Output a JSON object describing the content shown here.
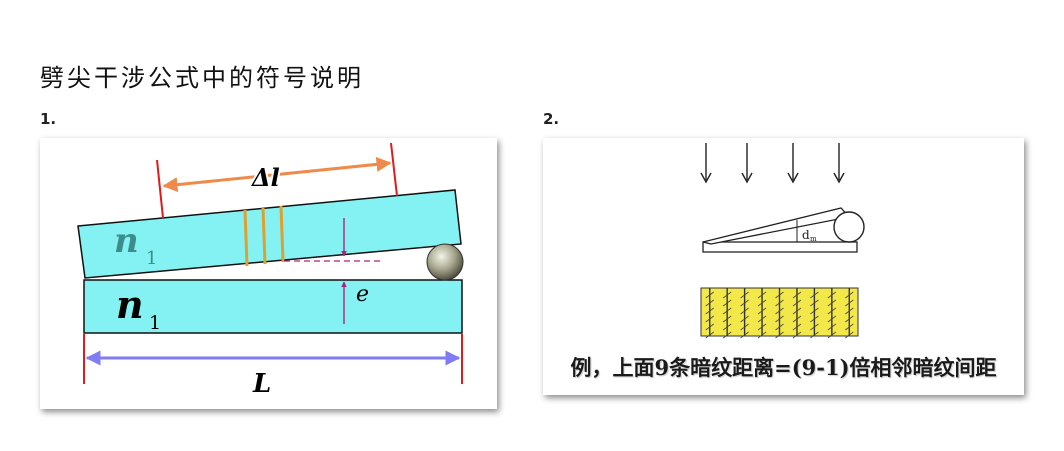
{
  "page_title": "劈尖干涉公式中的符号说明",
  "figures": [
    {
      "number": "1.",
      "labels": {
        "n_upper": "n",
        "n_upper_sub": "1",
        "n_lower": "n",
        "n_lower_sub": "1",
        "delta_l": "Δl",
        "e": "e",
        "L": "L"
      },
      "colors": {
        "glass": "#84f2f2",
        "fringe": "#e0a030",
        "dimension_arrow": "#f08a4a",
        "length_arrow": "#7f7cf5",
        "marker": "#e31a1c",
        "thickness": "#b0207a"
      }
    },
    {
      "number": "2.",
      "labels": {
        "d": "d",
        "d_sub": "m"
      },
      "caption": "例，上面9条暗纹距离=(9-1)倍相邻暗纹间距",
      "colors": {
        "fringe_fill": "#f2e84a"
      }
    }
  ]
}
